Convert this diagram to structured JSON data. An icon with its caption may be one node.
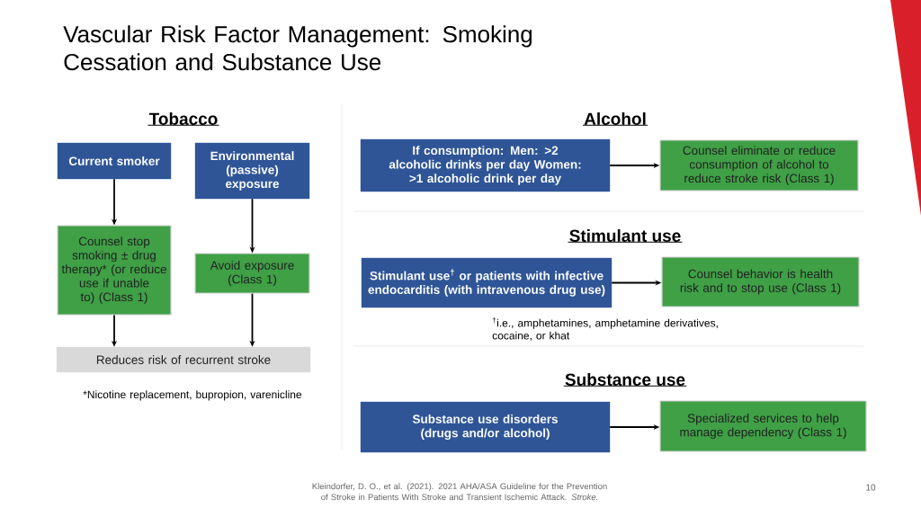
{
  "diagram": {
    "title": "Vascular Risk Factor Management: Smoking Cessation and Substance Use",
    "nodes": [
      {
        "text": [
          "Current smoker"
        ]
      },
      {
        "text": [
          "Environmental (passive) exposure"
        ]
      },
      {
        "text": [
          "Counsel stop smoking ± drug therapy* (or reduce use if unable to) (Class 1)"
        ]
      },
      {
        "text": [
          "Avoid exposure (Class 1)"
        ]
      },
      {
        "text": [
          "Reduces risk of recurrent stroke"
        ]
      },
      {
        "text": [
          "If consumption: Men: >2 alcoholic drinks per day Women: >1 alcoholic drink per day"
        ]
      },
      {
        "text": [
          "Counsel eliminate or reduce consumption of alcohol to reduce stroke risk (Class 1)"
        ]
      },
      {
        "text": [
          "Stimulant use$^{†}$ or patients with infective endocarditis (with intravenous drug use)"
        ]
      },
      {
        "text": [
          "Counsel behavior is health risk and to stop use (Class 1)"
        ]
      },
      {
        "text": [
          "Substance use disorders (drugs and/or alcohol)"
        ]
      },
      {
        "text": [
          "Specialized services to help manage dependency (Class 1)"
        ]
      }
    ],
    "edges": [
      {
        "from": 0,
        "to": 2,
        "arrow": "to"
      },
      {
        "from": 1,
        "to": 3,
        "arrow": "to"
      },
      {
        "from": 2,
        "to": 4,
        "arrow": "to"
      },
      {
        "from": 3,
        "to": 4,
        "arrow": "to"
      },
      {
        "from": 5,
        "to": 6,
        "arrow": "to"
      },
      {
        "from": 7,
        "to": 8,
        "arrow": "to"
      },
      {
        "from": 9,
        "to": 10,
        "arrow": "to"
      }
    ],
    "labels": [
      "Tobacco",
      "Alcohol",
      "Stimulant use",
      "*Nicotine replacement, bupropion, varenicline",
      "$^{†}$i.e., amphetamines, amphetamine derivatives, cocaine, or khat",
      "Substance use",
      "Kleindorfer, D. O., et al. (2021).  2021 AHA/ASA Guideline for the Prevention of Stroke in Patients With Stroke and Transient Ischemic Attack.  *Stroke.*",
      "10"
    ]
  }
}
